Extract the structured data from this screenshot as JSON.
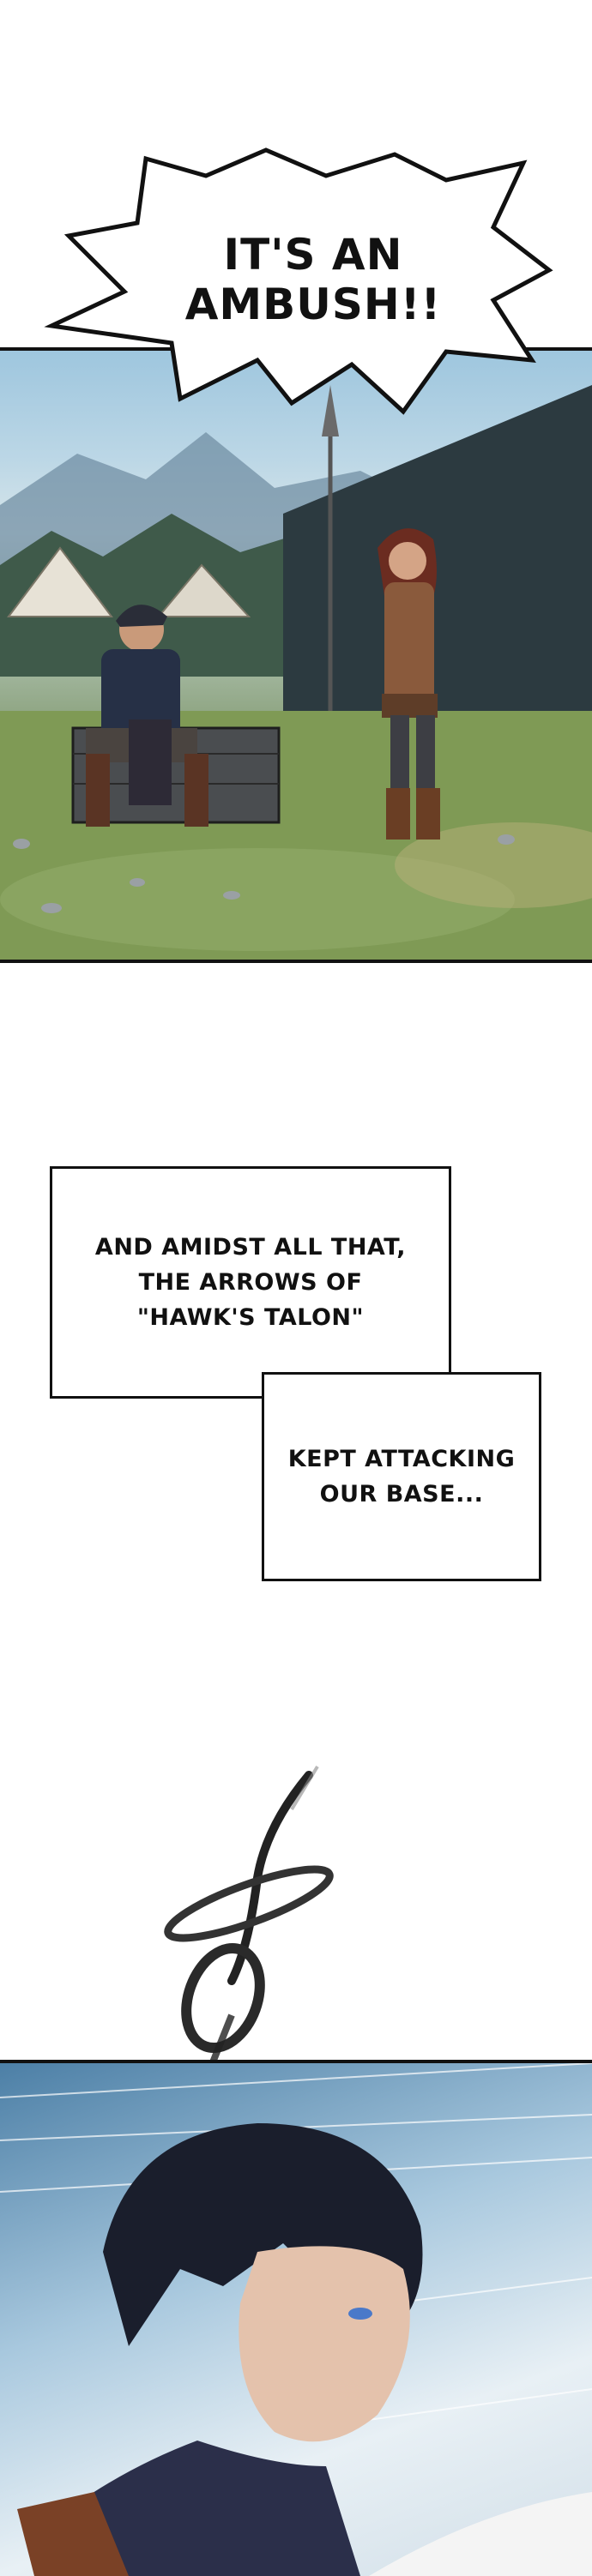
{
  "speech_balloon": {
    "line1": "IT'S AN",
    "line2": "AMBUSH!!"
  },
  "narration": {
    "box1_line1": "AND AMIDST ALL THAT,",
    "box1_line2": "THE ARROWS OF",
    "box1_line3": "\"HAWK'S TALON\"",
    "box2_line1": "KEPT ATTACKING",
    "box2_line2": "OUR BASE..."
  }
}
